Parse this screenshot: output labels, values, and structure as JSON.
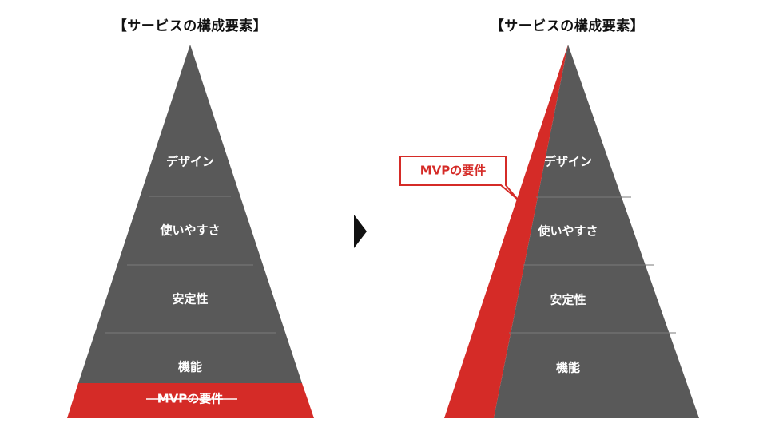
{
  "colors": {
    "pyramid": "#595959",
    "accent": "#d52b27",
    "divider": "#7a7a7a",
    "callout_bg": "#ffffff",
    "layer_text": "#ffffff"
  },
  "left": {
    "title": "【サービスの構成要素】",
    "layers": [
      "デザイン",
      "使いやすさ",
      "安定性",
      "機能"
    ],
    "base_label": "MVPの要件",
    "base_label_struck": true
  },
  "arrow": {
    "icon": "arrow-right-icon"
  },
  "right": {
    "title": "【サービスの構成要素】",
    "layers": [
      "デザイン",
      "使いやすさ",
      "安定性",
      "機能"
    ],
    "callout": "MVPの要件"
  }
}
